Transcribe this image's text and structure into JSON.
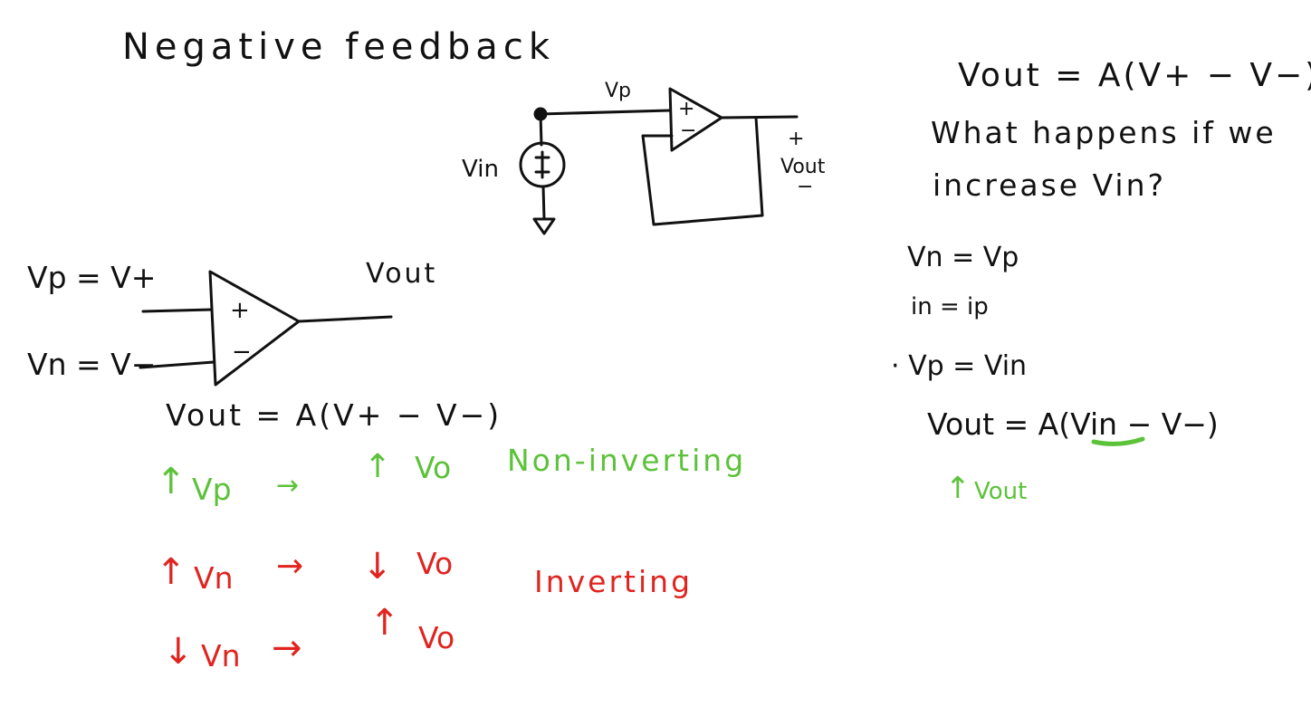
{
  "title": "Negative feedback",
  "circuit": {
    "vp_label": "Vp",
    "vin_label": "Vin",
    "plus": "+",
    "minus": "−",
    "out_plus": "+",
    "vout_label": "Vout",
    "out_minus": "−"
  },
  "opamp": {
    "vp_eq": "Vp = V+",
    "vn_eq": "Vn = V−",
    "plus": "+",
    "minus": "−",
    "vout_label": "Vout"
  },
  "left_equation": "Vout = A(V+ − V−)",
  "notes_green": {
    "arrow_vp": "↑",
    "vp": "Vp",
    "arrow": "→",
    "arrow_vo": "↑",
    "vo": "Vo",
    "label": "Non-inverting"
  },
  "notes_red": {
    "row1_arrow": "↑",
    "row1_vn": "Vn",
    "row1_to": "→",
    "row1_arrow_vo": "↓",
    "row1_vo": "Vo",
    "label": "Inverting",
    "row2_arrow": "↓",
    "row2_vn": "Vn",
    "row2_to": "→",
    "row2_arrow_vo": "↑",
    "row2_vo": "Vo"
  },
  "right": {
    "eq_top": "Vout = A(V+ − V−)",
    "question_line1": "What happens if we",
    "question_line2": "increase Vin?",
    "vn_vp": "Vn = Vp",
    "in_ip": "in = ip",
    "vp_vin": "· Vp = Vin",
    "vout_pre": "Vout = A(",
    "vout_vin": "Vin",
    "vout_post": " − V−)",
    "up_arrow": "↑",
    "vout_green": "Vout"
  },
  "colors": {
    "ink": "#111111",
    "green": "#5cc23a",
    "red": "#e0241f",
    "background": "#ffffff"
  }
}
